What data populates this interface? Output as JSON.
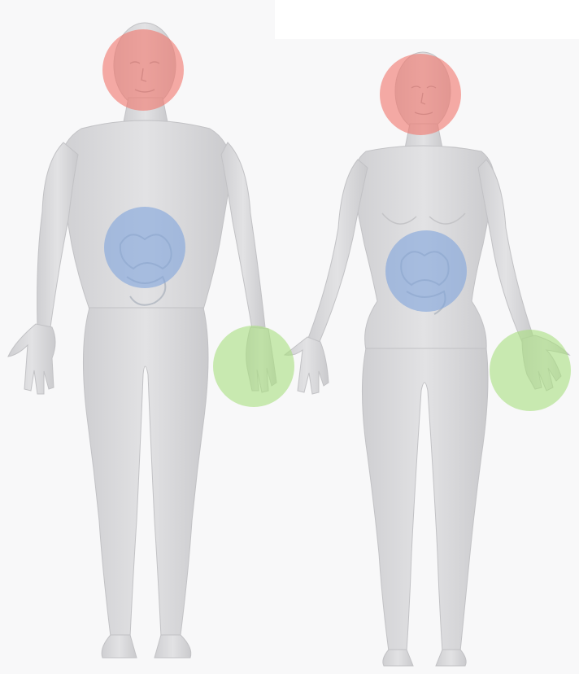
{
  "figures": [
    {
      "id": "male",
      "highlights": [
        {
          "region": "head",
          "color": "#f2746a"
        },
        {
          "region": "abdomen",
          "color": "#7fa4dc"
        },
        {
          "region": "left-hand",
          "color": "#a9df7f"
        }
      ]
    },
    {
      "id": "female",
      "highlights": [
        {
          "region": "head",
          "color": "#f2746a"
        },
        {
          "region": "abdomen",
          "color": "#7fa4dc"
        },
        {
          "region": "left-hand",
          "color": "#a9df7f"
        }
      ]
    }
  ],
  "colors": {
    "background": "#ffffff",
    "panel": "#f7f7f8",
    "body_fill": "#d9d9db",
    "body_shade": "#c4c4c7",
    "organ": "#b9c0c9"
  }
}
